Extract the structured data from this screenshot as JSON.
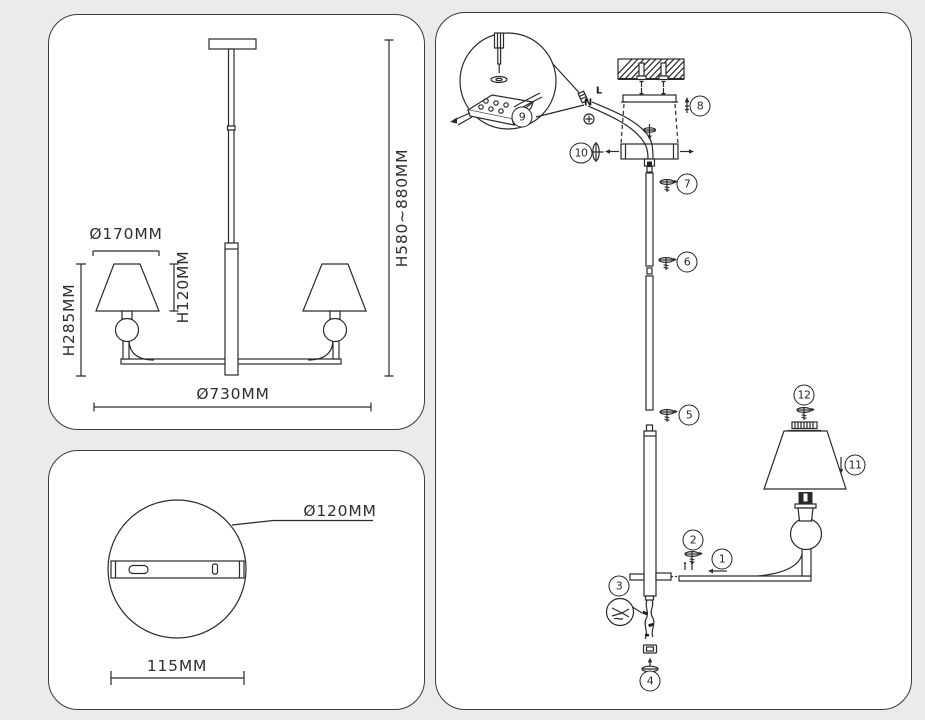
{
  "page": {
    "background": "#ebebeb",
    "line_color": "#2a2a2a"
  },
  "front_view": {
    "shade_diameter": "Ø170MM",
    "fixture_height": "H285MM",
    "shade_height": "H120MM",
    "hanging_height": "H580~880MM",
    "fixture_width": "Ø730MM"
  },
  "ceiling_plate_view": {
    "plate_diameter": "Ø120MM",
    "bracket_length": "115MM"
  },
  "assembly_view": {
    "wire_live": "L",
    "wire_neutral": "N",
    "steps": [
      "1",
      "2",
      "3",
      "4",
      "5",
      "6",
      "7",
      "8",
      "9",
      "10",
      "11",
      "12"
    ]
  }
}
